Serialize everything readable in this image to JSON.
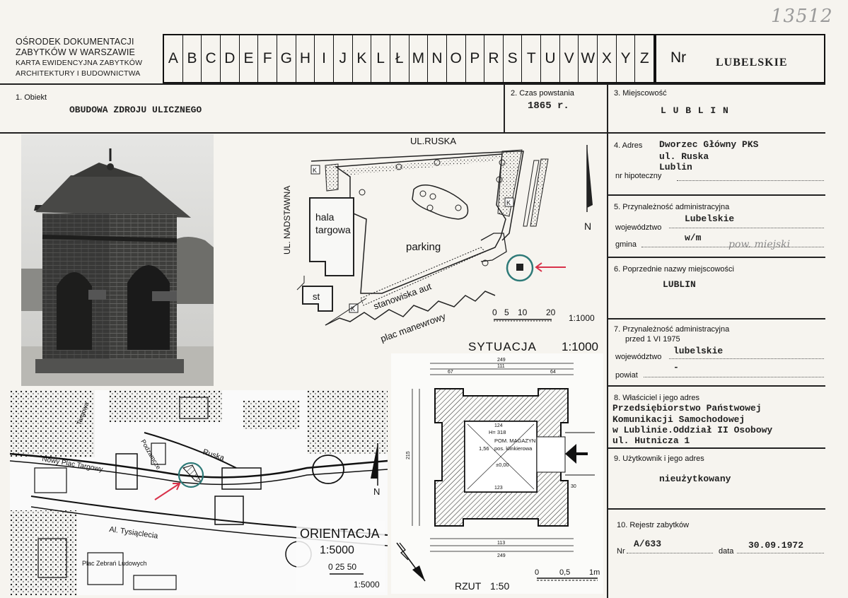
{
  "corner_number": "13512",
  "institution": {
    "line1": "OŚRODEK DOKUMENTACJI",
    "line2": "ZABYTKÓW W WARSZAWIE",
    "line3": "KARTA EWIDENCYJNA ZABYTKÓW",
    "line4": "ARCHITEKTURY I BUDOWNICTWA"
  },
  "alphabet": [
    "A",
    "B",
    "C",
    "D",
    "E",
    "F",
    "G",
    "H",
    "I",
    "J",
    "K",
    "L",
    "Ł",
    "M",
    "N",
    "O",
    "P",
    "R",
    "S",
    "T",
    "U",
    "V",
    "W",
    "X",
    "Y",
    "Z"
  ],
  "nr_label": "Nr",
  "nr_value": "LUBELSKIE",
  "field1": {
    "label": "1. Obiekt",
    "value": "OBUDOWA ZDROJU ULICZNEGO"
  },
  "field2": {
    "label": "2. Czas powstania",
    "value": "1865 r."
  },
  "field3": {
    "label": "3. Miejscowość",
    "value": "L U B L I N"
  },
  "field4": {
    "label": "4. Adres",
    "line1": "Dworzec Główny PKS",
    "line2": "ul. Ruska",
    "line3": "Lublin",
    "hipo_label": "nr hipoteczny"
  },
  "field5": {
    "label": "5. Przynależność administracyjna",
    "woj_label": "województwo",
    "woj_value": "Lubelskie",
    "gmina_label": "gmina",
    "gmina_value": "w/m",
    "gmina_note": "pow. miejski"
  },
  "field6": {
    "label": "6. Poprzednie nazwy miejscowości",
    "value": "LUBLIN"
  },
  "field7": {
    "label": "7. Przynależność administracyjna",
    "label2": "przed 1 VI 1975",
    "woj_label": "województwo",
    "woj_value": "lubelskie",
    "powiat_label": "powiat",
    "powiat_value": "-"
  },
  "field8": {
    "label": "8. Właściciel i jego adres",
    "line1": "Przedsiębiorstwo Państwowej",
    "line2": "Komunikacji Samochodowej",
    "line3": "w Lublinie.Oddział II Osobowy",
    "line4": "ul. Hutnicza 1"
  },
  "field9": {
    "label": "9. Użytkownik i jego adres",
    "value": "nieużytkowany"
  },
  "field10": {
    "label": "10. Rejestr zabytków",
    "nr_label": "Nr",
    "nr_value": "A/633",
    "data_label": "data",
    "data_value": "30.09.1972"
  },
  "situation": {
    "street_top": "UL.RUSKA",
    "street_left": "UL. NADSTAWNA",
    "hall_line1": "hala",
    "hall_line2": "targowa",
    "parking": "parking",
    "st": "st",
    "k": "K",
    "stanowiska": "stanowiska aut",
    "plac": "plac manewrowy",
    "scale_ticks": [
      "0",
      "5",
      "10",
      "20"
    ],
    "scale_label": "1:1000",
    "title": "SYTUACJA",
    "title_scale": "1:1000",
    "north": "N"
  },
  "plan": {
    "title": "RZUT",
    "title_scale": "1:50",
    "scale_ticks": [
      "0",
      "0,5",
      "1m"
    ],
    "room_line1": "POM. MAGAZYN",
    "room_line2": "pos. klinkierowa",
    "height": "H= 318",
    "level": "±0,00",
    "area": "1,56",
    "dim_top_total": "249",
    "dim_top_mid": "111",
    "dim_top_left": "67",
    "dim_top_right": "64",
    "dim_inner": "124",
    "dim_inner_bottom": "123",
    "dim_bottom_total": "249",
    "dim_bottom_mid": "113",
    "dim_left": "215",
    "dim_right": "30"
  },
  "orientation": {
    "title": "ORIENTACJA",
    "scale": "1:5000",
    "scale_ticks": "0  25  50",
    "scale_label": "1:5000",
    "streets": [
      "Ruska",
      "Nowy Plac Targowy",
      "Al. Tysiąclecia",
      "Plac Zebrań Ludowych",
      "Podzamcze",
      "Targowa"
    ],
    "north": "N"
  }
}
